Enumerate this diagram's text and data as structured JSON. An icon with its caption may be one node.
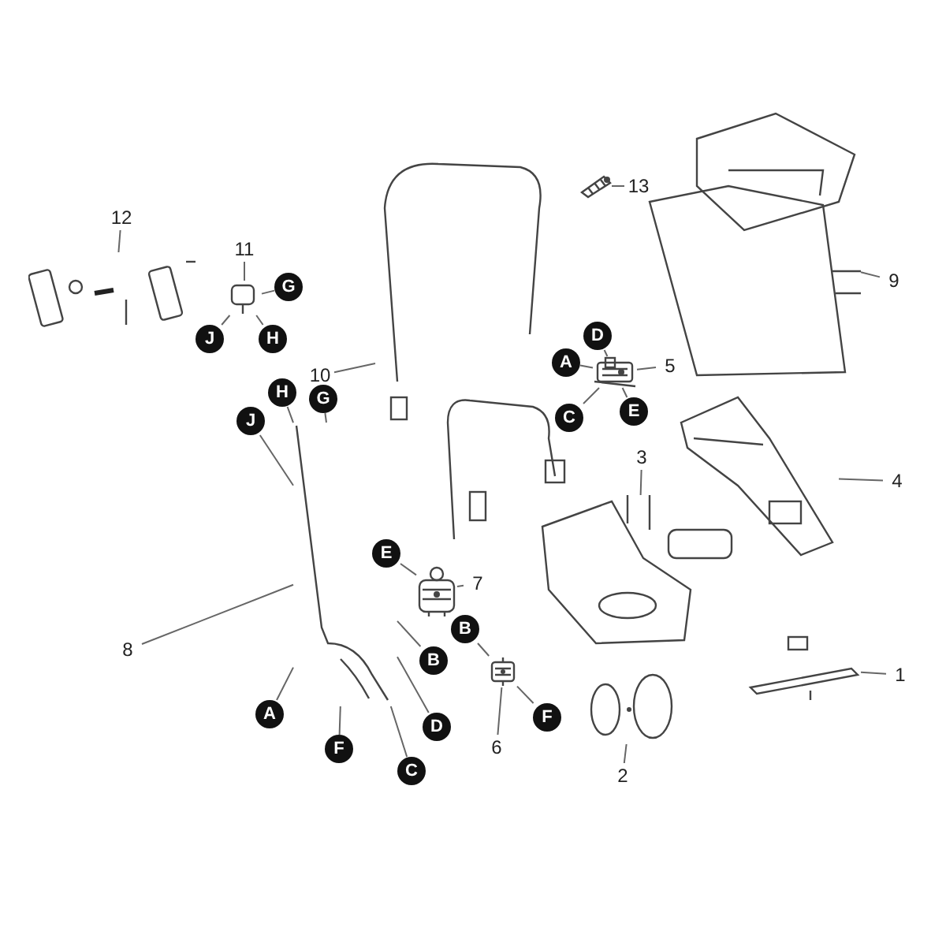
{
  "diagram": {
    "nodes": [
      {
        "text": [
          "12"
        ]
      },
      {
        "text": [],
        "shape": "picture"
      },
      {
        "text": [
          "11"
        ]
      },
      {
        "text": [],
        "shape": "picture"
      },
      {
        "text": [
          "G"
        ]
      },
      {
        "text": [
          "J"
        ]
      },
      {
        "text": [
          "H"
        ]
      },
      {
        "text": [
          "13"
        ]
      },
      {
        "text": [],
        "shape": "picture"
      },
      {
        "text": [
          "10"
        ]
      },
      {
        "text": [],
        "shape": "picture"
      },
      {
        "text": [
          "9"
        ]
      },
      {
        "text": [],
        "shape": "picture"
      },
      {
        "text": [
          "5"
        ]
      },
      {
        "text": [],
        "shape": "picture"
      },
      {
        "text": [
          "D"
        ]
      },
      {
        "text": [
          "A"
        ]
      },
      {
        "text": [
          "C"
        ]
      },
      {
        "text": [
          "E"
        ]
      },
      {
        "text": [
          "H"
        ]
      },
      {
        "text": [
          "J"
        ]
      },
      {
        "text": [
          "G"
        ]
      },
      {
        "text": [],
        "shape": "picture"
      },
      {
        "text": [
          "4"
        ]
      },
      {
        "text": [],
        "shape": "picture"
      },
      {
        "text": [
          "3"
        ]
      },
      {
        "text": [],
        "shape": "picture"
      },
      {
        "text": [
          "7"
        ]
      },
      {
        "text": [],
        "shape": "picture"
      },
      {
        "text": [
          "E"
        ]
      },
      {
        "text": [
          "8"
        ]
      },
      {
        "text": [
          "B"
        ]
      },
      {
        "text": [
          "A"
        ]
      },
      {
        "text": [
          "F"
        ]
      },
      {
        "text": [
          "D"
        ]
      },
      {
        "text": [
          "C"
        ]
      },
      {
        "text": [
          "6"
        ]
      },
      {
        "text": [],
        "shape": "picture"
      },
      {
        "text": [
          "B"
        ]
      },
      {
        "text": [
          "F"
        ]
      },
      {
        "text": [
          "2"
        ]
      },
      {
        "text": [],
        "shape": "picture"
      },
      {
        "text": [
          "1"
        ]
      },
      {
        "text": [],
        "shape": "picture"
      }
    ],
    "edges": [
      {
        "from": 0,
        "to": 1,
        "arrow": "none"
      },
      {
        "from": 2,
        "to": 3,
        "arrow": "none"
      },
      {
        "from": 4,
        "to": 3,
        "arrow": "none"
      },
      {
        "from": 5,
        "to": 3,
        "arrow": "none"
      },
      {
        "from": 6,
        "to": 3,
        "arrow": "none"
      },
      {
        "from": 7,
        "to": 8,
        "arrow": "none"
      },
      {
        "from": 9,
        "to": 10,
        "arrow": "none"
      },
      {
        "from": 11,
        "to": 12,
        "arrow": "none"
      },
      {
        "from": 13,
        "to": 14,
        "arrow": "none"
      },
      {
        "from": 15,
        "to": 14,
        "arrow": "none"
      },
      {
        "from": 16,
        "to": 14,
        "arrow": "none"
      },
      {
        "from": 17,
        "to": 14,
        "arrow": "none"
      },
      {
        "from": 18,
        "to": 14,
        "arrow": "none"
      },
      {
        "from": 19,
        "to": 22,
        "arrow": "none"
      },
      {
        "from": 20,
        "to": 22,
        "arrow": "none"
      },
      {
        "from": 21,
        "to": 22,
        "arrow": "none"
      },
      {
        "from": 23,
        "to": 24,
        "arrow": "none"
      },
      {
        "from": 25,
        "to": 26,
        "arrow": "none"
      },
      {
        "from": 27,
        "to": 28,
        "arrow": "none"
      },
      {
        "from": 29,
        "to": 28,
        "arrow": "none"
      },
      {
        "from": 30,
        "to": 22,
        "arrow": "none"
      },
      {
        "from": 31,
        "to": 22,
        "arrow": "none"
      },
      {
        "from": 32,
        "to": 22,
        "arrow": "none"
      },
      {
        "from": 33,
        "to": 22,
        "arrow": "none"
      },
      {
        "from": 34,
        "to": 22,
        "arrow": "none"
      },
      {
        "from": 35,
        "to": 22,
        "arrow": "none"
      },
      {
        "from": 36,
        "to": 37,
        "arrow": "none"
      },
      {
        "from": 38,
        "to": 37,
        "arrow": "none"
      },
      {
        "from": 39,
        "to": 37,
        "arrow": "none"
      },
      {
        "from": 40,
        "to": 41,
        "arrow": "none"
      },
      {
        "from": 42,
        "to": 43,
        "arrow": "none"
      }
    ]
  }
}
